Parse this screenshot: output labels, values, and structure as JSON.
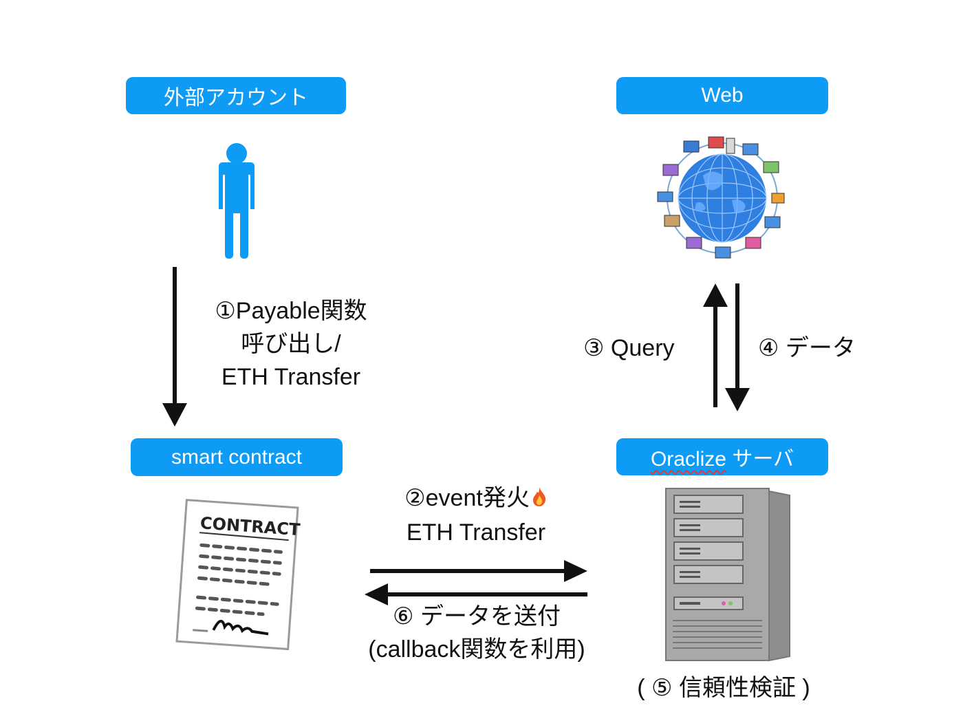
{
  "nodes": {
    "external_account": "外部アカウント",
    "web": "Web",
    "smart_contract": "smart contract",
    "oracle_server_name": "Oraclize",
    "oracle_server_suffix": " サーバ"
  },
  "contract_doc": {
    "heading": "CONTRACT"
  },
  "steps": {
    "step1": {
      "line1": "①Payable関数",
      "line2": "呼び出し/",
      "line3": "ETH Transfer"
    },
    "step2": {
      "line1": "②event発火",
      "line2": "ETH Transfer"
    },
    "step3": "③ Query",
    "step4": "④ データ",
    "step5": "( ⑤ 信頼性検証 )",
    "step6": {
      "line1": "⑥ データを送付",
      "line2": "(callback関数を利用)"
    }
  },
  "icons": [
    "person-icon",
    "globe-network-icon",
    "contract-document-icon",
    "server-tower-icon",
    "fire-icon"
  ],
  "colors": {
    "box": "#0d9bf5",
    "arrow": "#111111",
    "wavy": "#e23a3a"
  }
}
